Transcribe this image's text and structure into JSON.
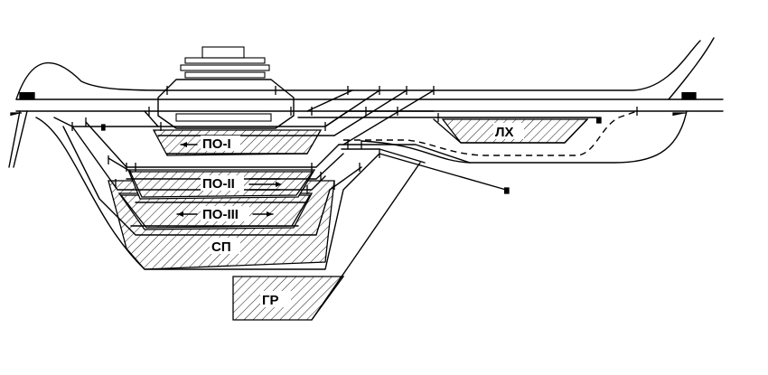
{
  "labels": {
    "po1": "ПО-I",
    "po2": "ПО-II",
    "po3": "ПО-III",
    "sp": "СП",
    "gr": "ГР",
    "lh": "ЛХ"
  },
  "colors": {
    "line": "#000000",
    "background": "#ffffff"
  }
}
